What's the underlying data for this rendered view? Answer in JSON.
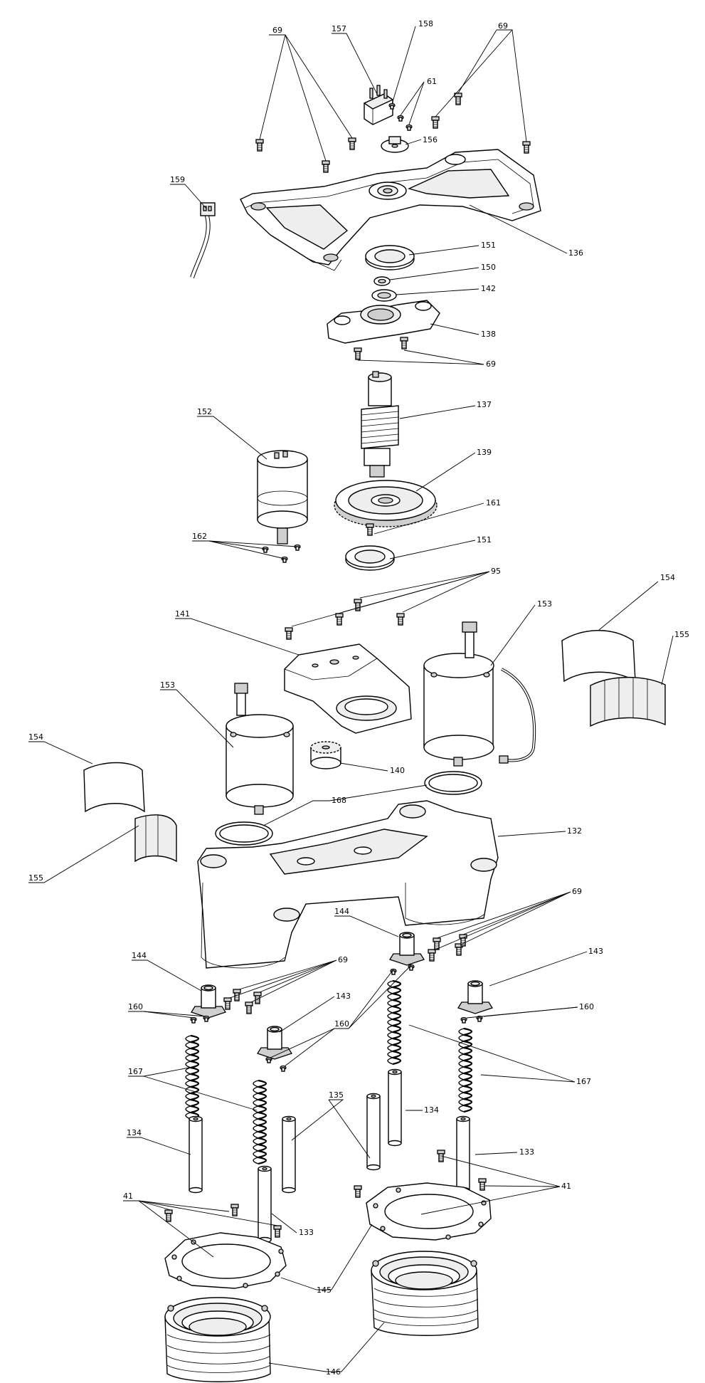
{
  "callouts": {
    "c69a": "69",
    "c157": "157",
    "c158": "158",
    "c69b": "69",
    "c61": "61",
    "c156": "156",
    "c159": "159",
    "c136": "136",
    "c151a": "151",
    "c150": "150",
    "c142": "142",
    "c138": "138",
    "c69c": "69",
    "c137": "137",
    "c152": "152",
    "c139": "139",
    "c161": "161",
    "c162": "162",
    "c151b": "151",
    "c95": "95",
    "c154a": "154",
    "c155a": "155",
    "c141": "141",
    "c153a": "153",
    "c153b": "153",
    "c154b": "154",
    "c140": "140",
    "c168": "168",
    "c132": "132",
    "c155b": "155",
    "c69d": "69",
    "c144a": "144",
    "c144b": "144",
    "c69e": "69",
    "c143a": "143",
    "c143b": "143",
    "c160a": "160",
    "c160b": "160",
    "c160c": "160",
    "c167a": "167",
    "c167b": "167",
    "c135": "135",
    "c134a": "134",
    "c134b": "134",
    "c133a": "133",
    "c133b": "133",
    "c41a": "41",
    "c41b": "41",
    "c145": "145",
    "c146": "146"
  },
  "colors": {
    "line": "#000000",
    "fill": "#ffffff",
    "shade": "#cfcfcf"
  }
}
